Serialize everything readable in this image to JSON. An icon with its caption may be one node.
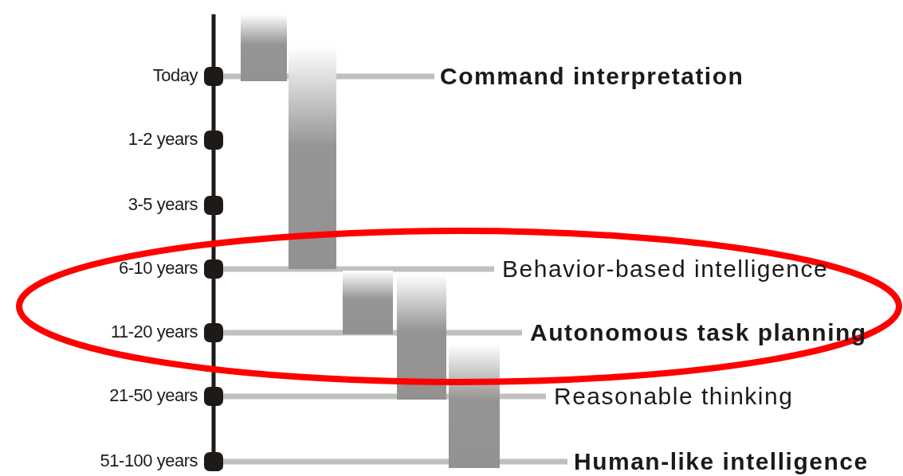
{
  "diagram": {
    "labels": [
      "Today",
      "Command interpretation",
      "1-2 years",
      "3-5 years",
      "6-10 years",
      "Behavior-based intelligence",
      "11-20 years",
      "Autonomous task planning",
      "21-50 years",
      "Reasonable thinking",
      "51-100 years",
      "Human-like intelligence"
    ]
  }
}
